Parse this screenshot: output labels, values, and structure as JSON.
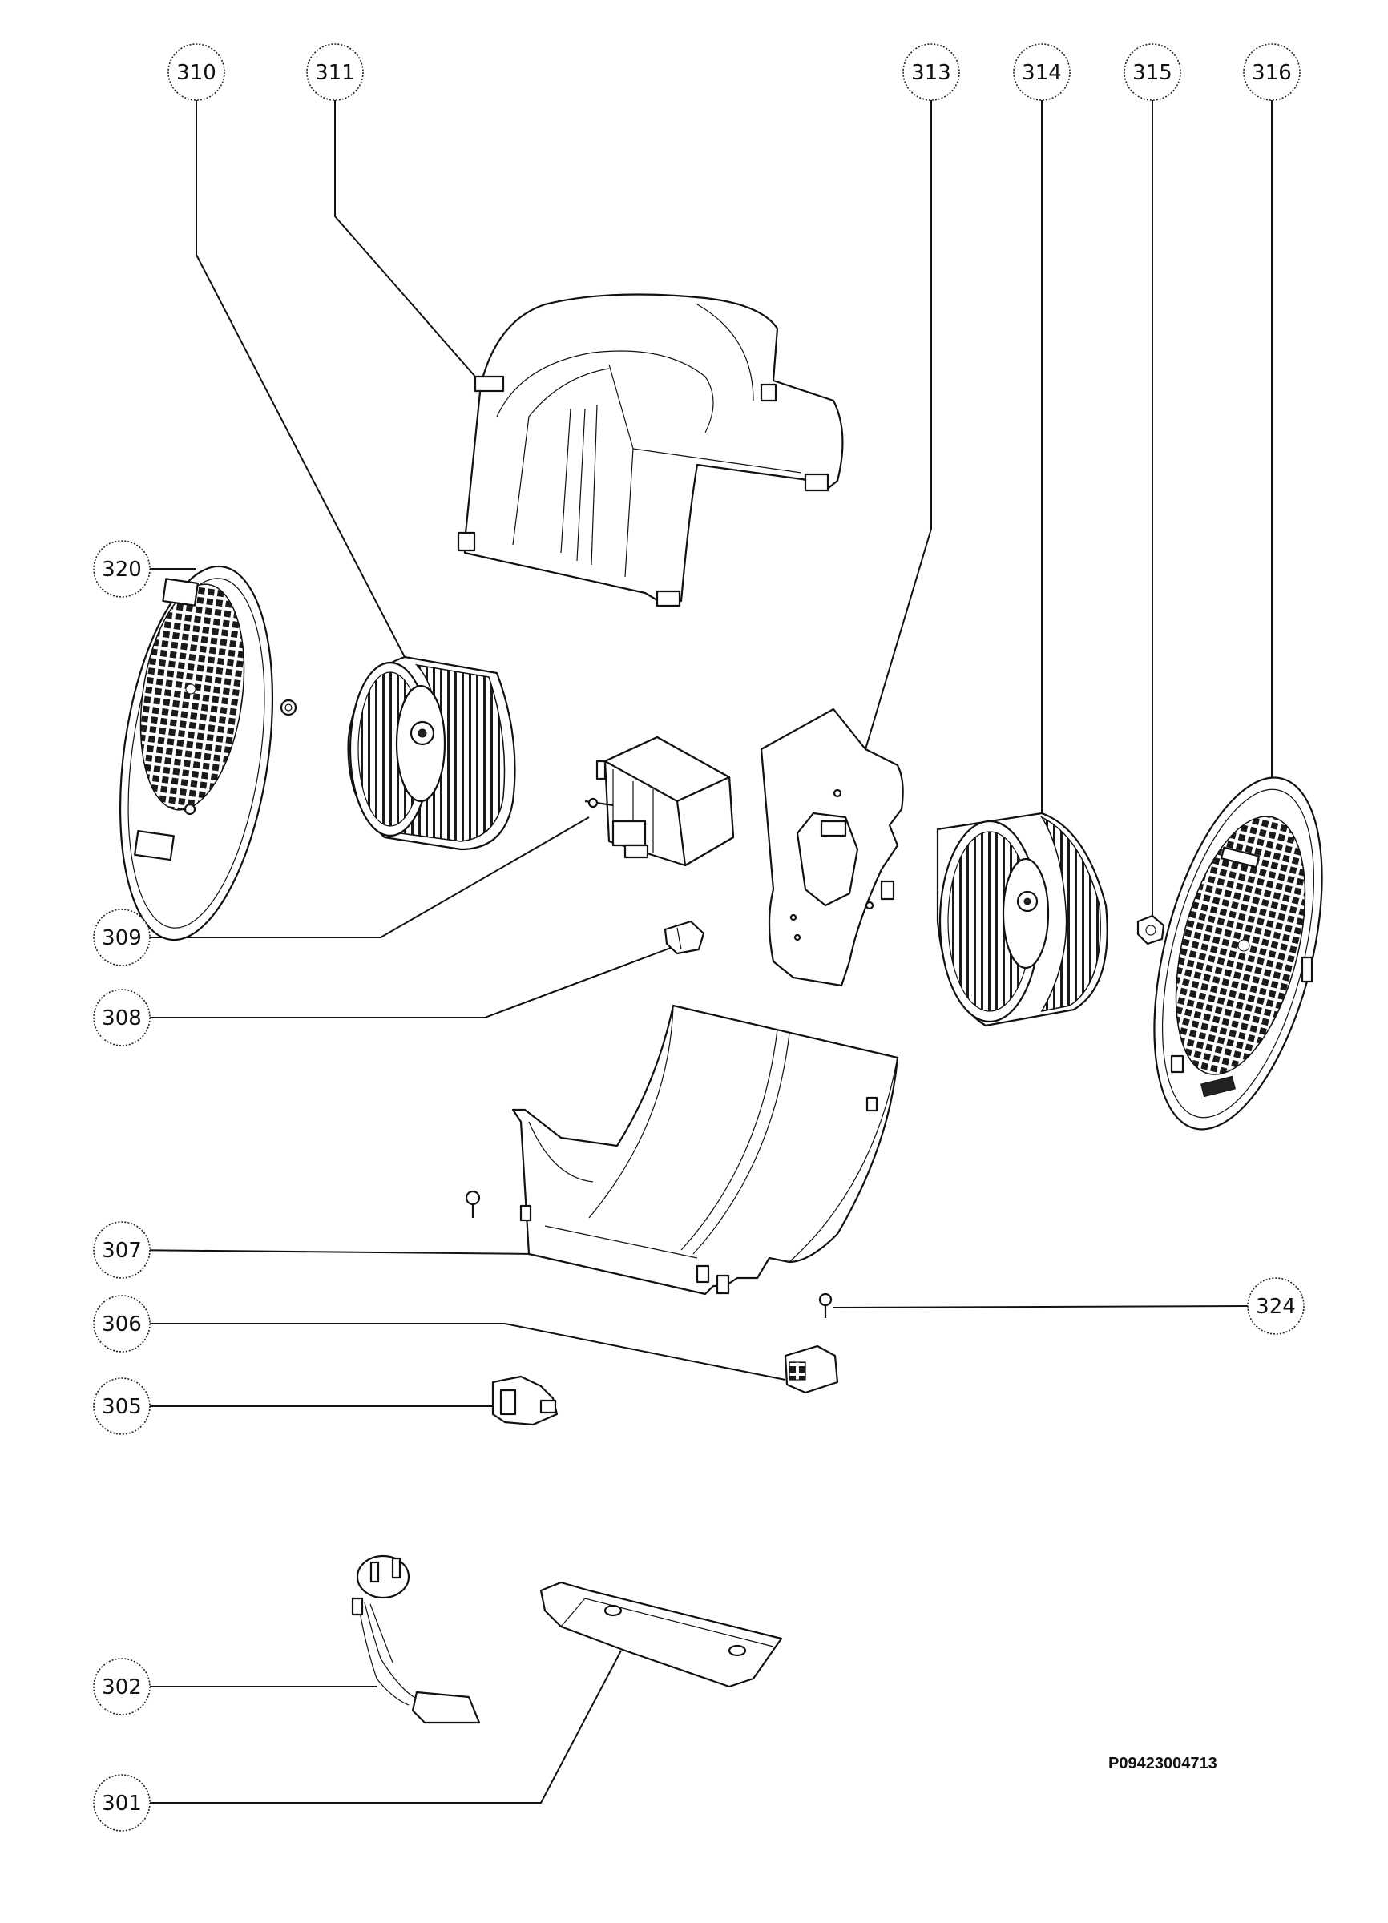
{
  "diagram": {
    "callouts": [
      "310",
      "311",
      "313",
      "314",
      "315",
      "316",
      "320",
      "309",
      "308",
      "307",
      "324",
      "306",
      "305",
      "302",
      "301"
    ],
    "document_code": "P09423004713"
  }
}
